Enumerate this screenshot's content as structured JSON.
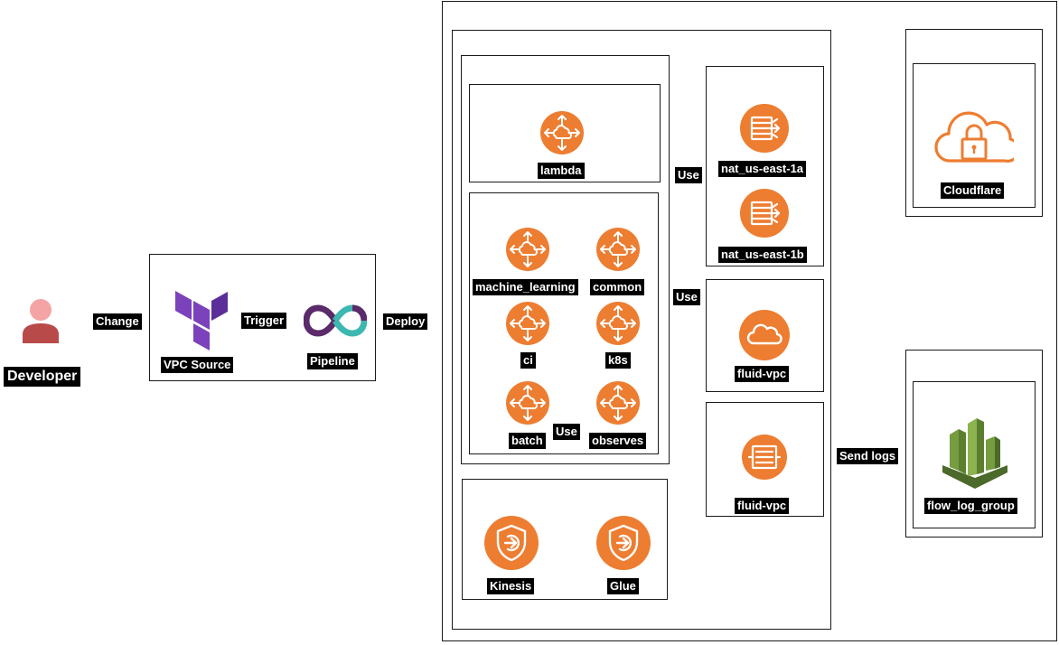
{
  "actor": {
    "label": "Developer",
    "icon": "user-icon"
  },
  "edges": {
    "change": "Change",
    "trigger": "Trigger",
    "deploy": "Deploy",
    "use_nat": "Use",
    "use_vpc": "Use",
    "use_inner": "Use",
    "send_logs": "Send logs"
  },
  "pipeline_group": {
    "vpc_source": {
      "label": "VPC Source",
      "icon": "terraform-icon"
    },
    "pipeline": {
      "label": "Pipeline",
      "icon": "infinity-pipeline-icon"
    }
  },
  "vpc_group": {
    "lambda": {
      "label": "lambda",
      "icon": "router-icon"
    },
    "subnets": [
      {
        "label": "machine_learning",
        "icon": "router-icon"
      },
      {
        "label": "common",
        "icon": "router-icon"
      },
      {
        "label": "ci",
        "icon": "router-icon"
      },
      {
        "label": "k8s",
        "icon": "router-icon"
      },
      {
        "label": "batch",
        "icon": "router-icon"
      },
      {
        "label": "observes",
        "icon": "router-icon"
      }
    ],
    "endpoints": [
      {
        "label": "Kinesis",
        "icon": "endpoint-shield-icon"
      },
      {
        "label": "Glue",
        "icon": "endpoint-shield-icon"
      }
    ],
    "nat": [
      {
        "label": "nat_us-east-1a",
        "icon": "nat-gateway-icon"
      },
      {
        "label": "nat_us-east-1b",
        "icon": "nat-gateway-icon"
      }
    ],
    "fluid_vpc_cloud": {
      "label": "fluid-vpc",
      "icon": "vpc-cloud-icon"
    },
    "fluid_vpc_flowlogs": {
      "label": "fluid-vpc",
      "icon": "flow-logs-icon"
    }
  },
  "cloudflare": {
    "label": "Cloudflare",
    "icon": "cloud-lock-icon"
  },
  "log_group": {
    "label": "flow_log_group",
    "icon": "cloudwatch-icon"
  },
  "colors": {
    "aws_orange": "#ED7D31",
    "terraform_purple": "#7B42BC",
    "pipeline_purple": "#5A2A6B",
    "pipeline_teal": "#3CB8B0",
    "cloudwatch_green": "#759C3E",
    "user_red": "#B94A4A",
    "user_pink": "#F4A4A4"
  }
}
